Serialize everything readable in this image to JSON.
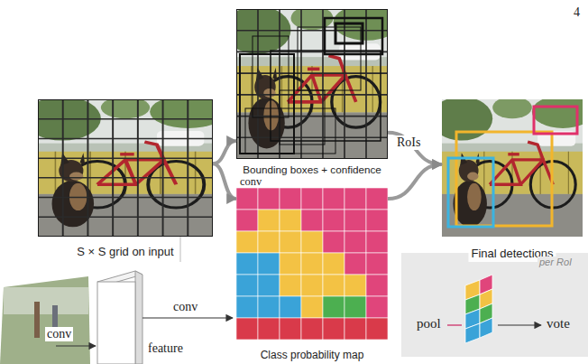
{
  "diagram": {
    "nodes": [
      {
        "text": [
          "S × S grid on input"
        ]
      },
      {
        "text": [
          "Bounding boxes + confidence"
        ]
      },
      {
        "text": [
          "Class probability map"
        ]
      },
      {
        "text": [
          "Final detections"
        ]
      }
    ],
    "edges": [
      {
        "from": 0,
        "to": 1,
        "arrow": "to"
      },
      {
        "from": 0,
        "to": 2,
        "arrow": "to"
      },
      {
        "from": 1,
        "to": 3,
        "arrow": "to"
      },
      {
        "from": 2,
        "to": 3,
        "arrow": "to"
      }
    ],
    "labels": [
      "4",
      "RoIs",
      "conv",
      "conv",
      "conv",
      "feature",
      "pool",
      "vote",
      "per RoI"
    ]
  }
}
